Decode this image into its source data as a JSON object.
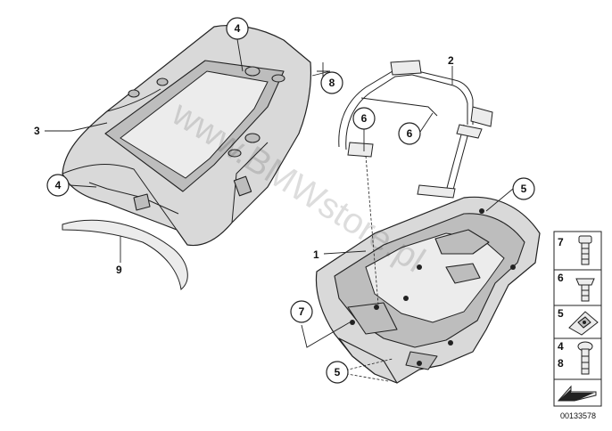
{
  "watermark": "www.BMWstore.pl",
  "callouts": {
    "c4_top": "4",
    "c8": "8",
    "c3": "3",
    "c4_left": "4",
    "c9": "9",
    "c2": "2",
    "c6_left": "6",
    "c6_right": "6",
    "c5_right": "5",
    "c1": "1",
    "c7": "7",
    "c5_bottom": "5"
  },
  "legend": {
    "items": [
      "7",
      "6",
      "5",
      "4",
      "8"
    ]
  },
  "document_id": "00133578"
}
